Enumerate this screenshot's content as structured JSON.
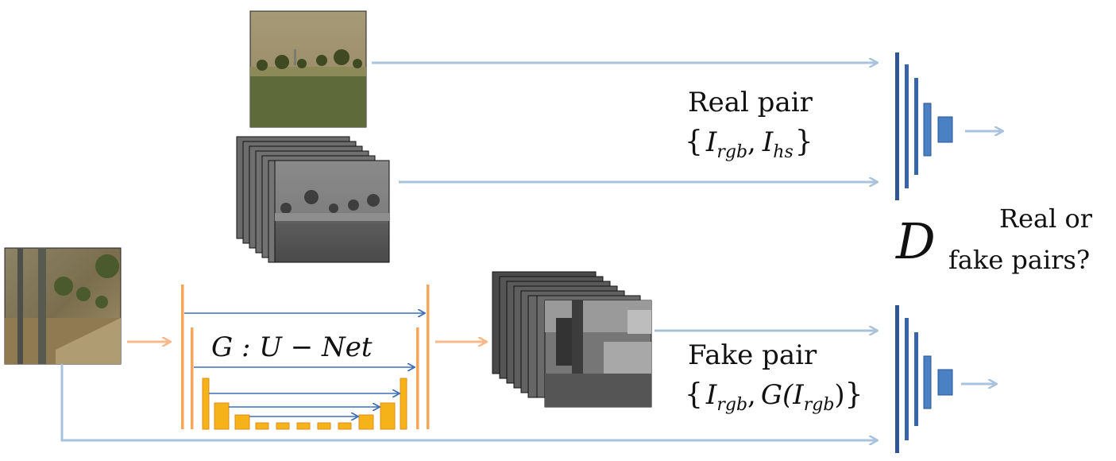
{
  "real_pair": {
    "title": "Real pair",
    "brace_open": "{",
    "i1": "I",
    "i1_sub": "rgb",
    "comma": ",",
    "i2": "I",
    "i2_sub": "hs",
    "brace_close": "}"
  },
  "fake_pair": {
    "title": "Fake pair",
    "brace_open": "{",
    "i1": "I",
    "i1_sub": "rgb",
    "comma": ",",
    "g": "G(",
    "i2": "I",
    "i2_sub": "rgb",
    "g_close": ")",
    "brace_close": "}"
  },
  "generator": {
    "label": "G : U − Net"
  },
  "discriminator": {
    "symbol": "D",
    "question_line1": "Real or",
    "question_line2": "fake pairs?"
  },
  "colors": {
    "arrow_light": "#a9c3dc",
    "arrow_blue": "#3f6fb8",
    "orange": "#f5a65b",
    "orange_light": "#f7c39a",
    "unet_block": "#f5b219",
    "disc_dark": "#2f5592",
    "disc_block": "#4a80c4"
  }
}
